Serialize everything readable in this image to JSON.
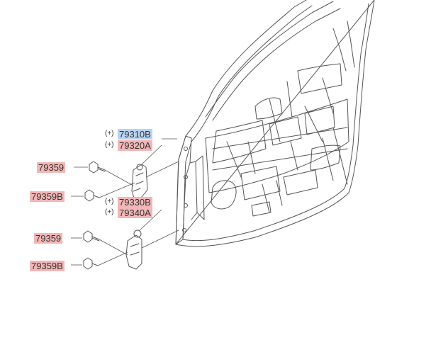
{
  "colors": {
    "label_highlight": "#f2b6b6",
    "label_highlight_selected": "#b9d3f2",
    "line": "#555555"
  },
  "labels": {
    "part_79310B": "79310B",
    "part_79320A": "79320A",
    "part_79330B": "79330B",
    "part_79340A": "79340A",
    "bolt_upper": "79359",
    "bolt_upper_b": "79359B",
    "bolt_lower": "79359",
    "bolt_lower_b": "79359B"
  },
  "markers": {
    "m1": "(+)",
    "m2": "(+)",
    "m3": "(+)",
    "m4": "(+)"
  }
}
